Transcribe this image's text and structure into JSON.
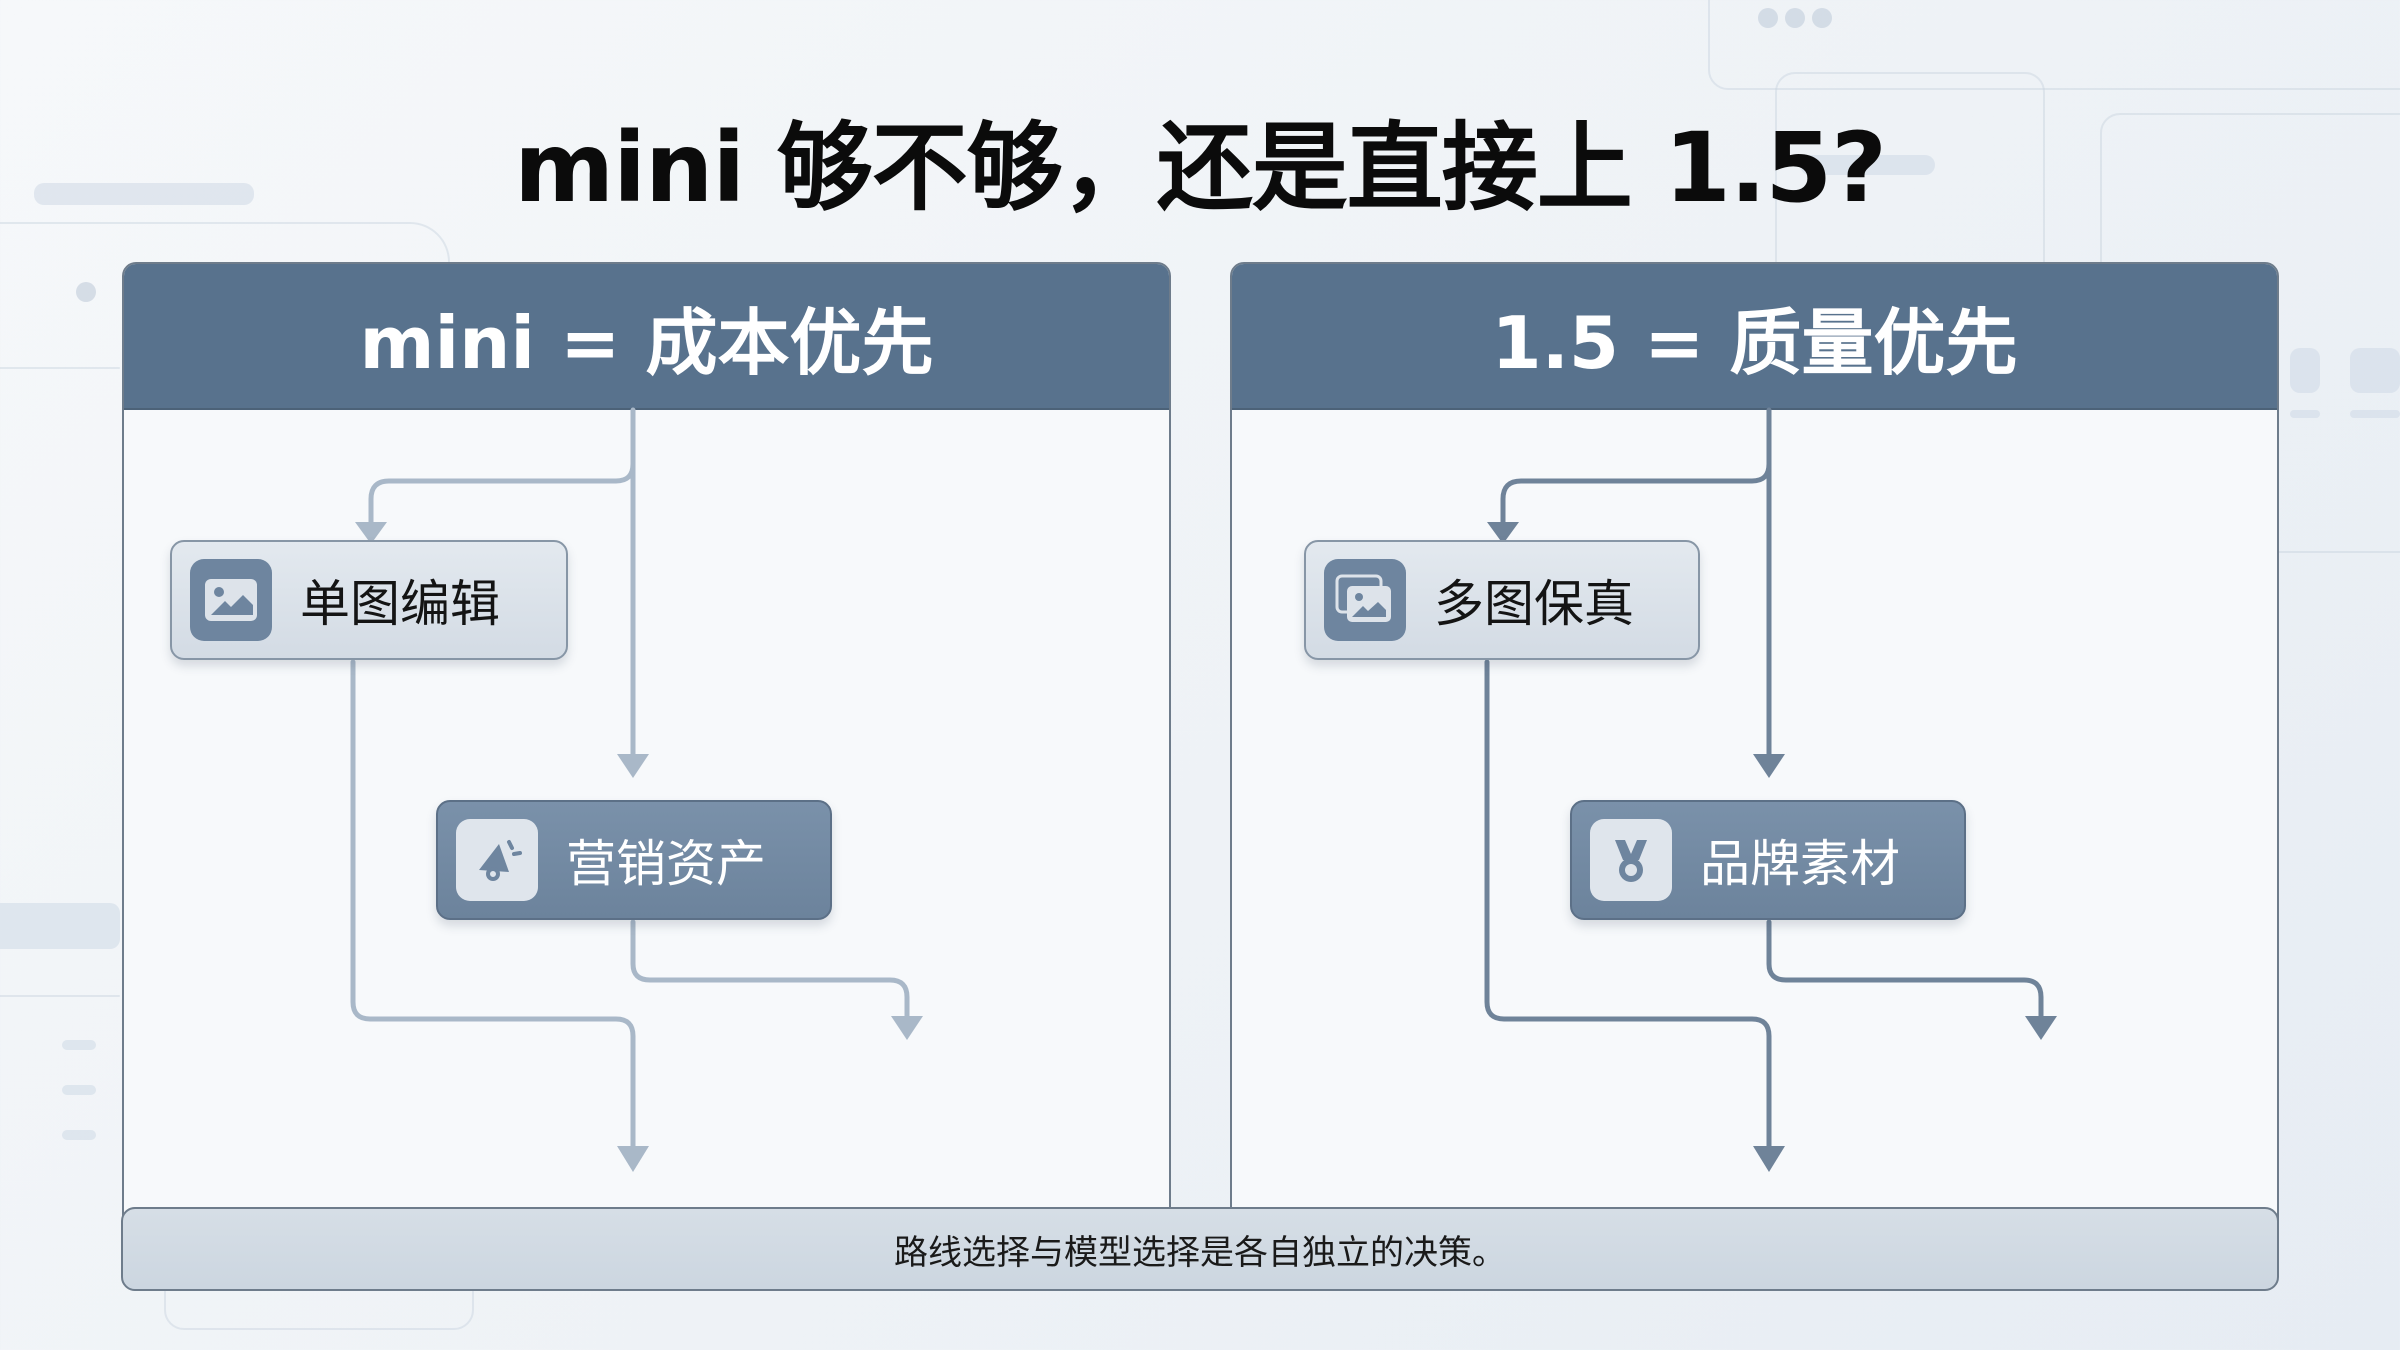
{
  "title": "mini 够不够，还是直接上 1.5?",
  "panels": {
    "left": {
      "header": "mini = 成本优先",
      "line_color": "#a9b8c8",
      "nodes": [
        {
          "label": "单图编辑",
          "icon": "image-icon",
          "style": "light"
        },
        {
          "label": "营销资产",
          "icon": "megaphone-icon",
          "style": "dark"
        }
      ]
    },
    "right": {
      "header": "1.5 = 质量优先",
      "line_color": "#6f8399",
      "nodes": [
        {
          "label": "多图保真",
          "icon": "multi-image-icon",
          "style": "light"
        },
        {
          "label": "品牌素材",
          "icon": "medal-icon",
          "style": "dark"
        }
      ]
    }
  },
  "footer": {
    "text": "路线选择与模型选择是各自独立的决策。"
  },
  "colors": {
    "header_bg": "#58728d",
    "panel_border": "#6e7c8b",
    "light_node": "#d8e0e8",
    "dark_node": "#7189a3"
  }
}
